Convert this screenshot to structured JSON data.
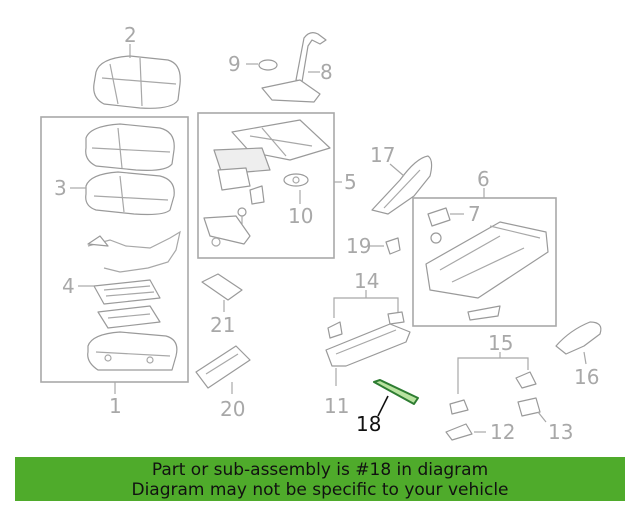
{
  "diagram": {
    "callouts": {
      "c1": "1",
      "c2": "2",
      "c3": "3",
      "c4": "4",
      "c5": "5",
      "c6": "6",
      "c7": "7",
      "c8": "8",
      "c9": "9",
      "c10": "10",
      "c11": "11",
      "c12": "12",
      "c13": "13",
      "c14": "14",
      "c15": "15",
      "c16": "16",
      "c17": "17",
      "c18": "18",
      "c19": "19",
      "c20": "20",
      "c21": "21"
    },
    "highlight_color": "#2e7d32",
    "highlight_fill": "#b9e3a0"
  },
  "banner": {
    "line1": "Part or sub-assembly is #18 in diagram",
    "line2": "Diagram may not be specific to your vehicle",
    "color": "#4fab2b"
  }
}
